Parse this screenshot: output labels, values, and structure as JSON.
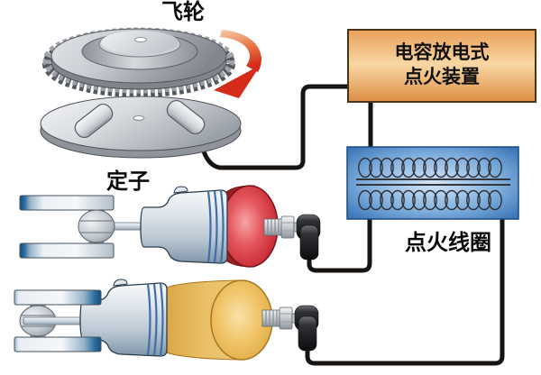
{
  "labels": {
    "flywheel": "飞轮",
    "stator": "定子",
    "cdi_line1": "电容放电式",
    "cdi_line2": "点火装置",
    "ignition_coil": "点火线圈"
  },
  "icons": {
    "rotation_arrow": "clockwise-rotation-arrow",
    "coil_winding": "transformer-winding-coils",
    "spark_plug": "spark-plug-with-cap"
  },
  "colors": {
    "wire": "#171310",
    "cdi_box_top": "#E9A058",
    "cdi_box_mid": "#F8D7A4",
    "cdi_box_bottom": "#DE8E44",
    "cdi_box_border": "#4A3418",
    "coil_box_center": "#D5E5F6",
    "coil_box_mid": "#7FAEDC",
    "coil_box_edge": "#2F6CB2",
    "cylinder_red": "#C62A33",
    "cylinder_yellow": "#F0C468",
    "arrow_pink": "#F6CBA8",
    "arrow_red": "#D42C18"
  }
}
